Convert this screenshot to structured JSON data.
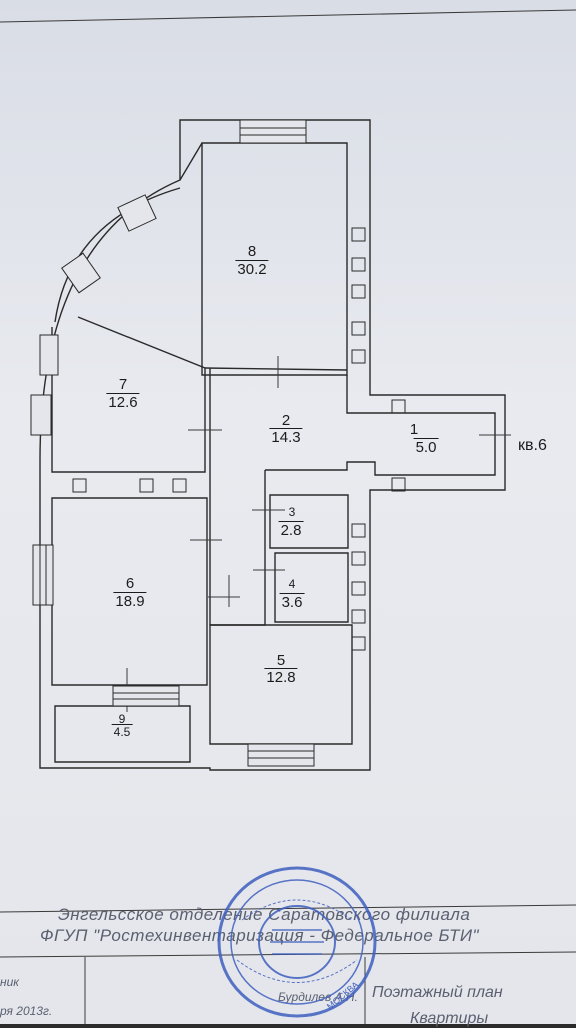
{
  "rooms": [
    {
      "number": "1",
      "area": "5.0"
    },
    {
      "number": "2",
      "area": "14.3"
    },
    {
      "number": "3",
      "area": "2.8"
    },
    {
      "number": "4",
      "area": "3.6"
    },
    {
      "number": "5",
      "area": "12.8"
    },
    {
      "number": "6",
      "area": "18.9"
    },
    {
      "number": "7",
      "area": "12.6"
    },
    {
      "number": "8",
      "area": "30.2"
    },
    {
      "number": "9",
      "area": "4.5"
    }
  ],
  "apartment_label": "кв.6",
  "footer": {
    "org_line1": "Энгельсское отделение Саратовского филиала",
    "org_line2": "ФГУП \"Ростехинвентаризация - Федеральное БТИ\"",
    "role": "ник",
    "date": "ря 2013г.",
    "person": "Бурдилев А.Н.",
    "doc_title": "Поэтажный план",
    "doc_title2": "Квартиры"
  },
  "seal": {
    "color": "#3f5fc0",
    "text": "МОСКВА"
  },
  "colors": {
    "paper": "#e4e6eb",
    "ink": "#2a2a2a",
    "footer_ink": "#5a6070"
  }
}
